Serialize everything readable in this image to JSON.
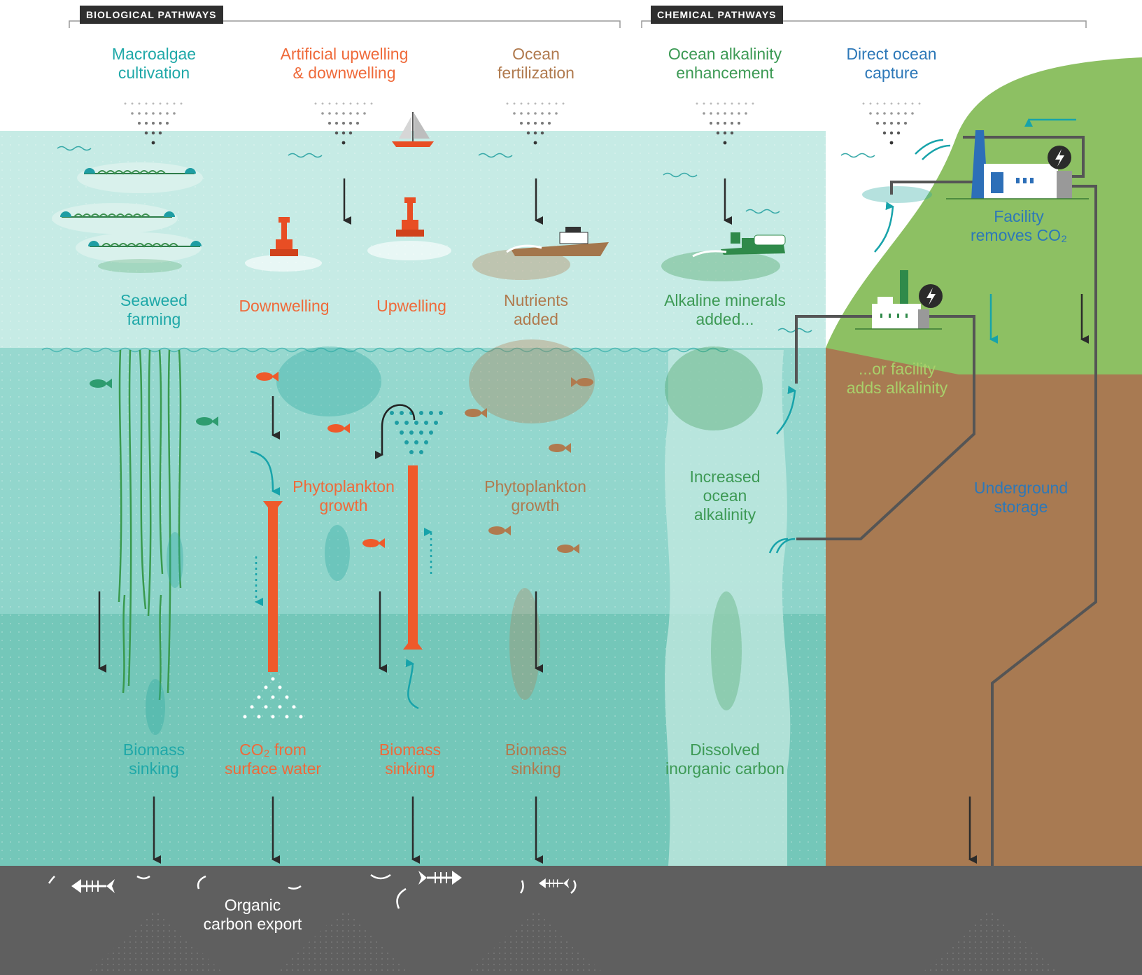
{
  "headers": {
    "biological": "BIOLOGICAL PATHWAYS",
    "chemical": "CHEMICAL PATHWAYS"
  },
  "pathways": {
    "macroalgae": "Macroalgae\ncultivation",
    "upwelling": "Artificial upwelling\n& downwelling",
    "fertilization": "Ocean\nfertilization",
    "alkalinity": "Ocean alkalinity\nenhancement",
    "direct_capture": "Direct ocean\ncapture"
  },
  "surface_labels": {
    "seaweed": "Seaweed\nfarming",
    "downwelling": "Downwelling",
    "upwelling": "Upwelling",
    "nutrients": "Nutrients\nadded",
    "alkaline": "Alkaline minerals\nadded...",
    "facility_removes": "Facility\nremoves CO₂",
    "facility_adds": "...or facility\nadds alkalinity"
  },
  "mid_labels": {
    "phyto_orange": "Phytoplankton\ngrowth",
    "phyto_brown": "Phytoplankton\ngrowth",
    "increased_alk": "Increased\nocean\nalkalinity",
    "underground": "Underground\nstorage"
  },
  "deep_labels": {
    "biomass_teal": "Biomass\nsinking",
    "co2_surface": "CO₂ from\nsurface water",
    "biomass_orange": "Biomass\nsinking",
    "biomass_brown": "Biomass\nsinking",
    "dissolved": "Dissolved\ninorganic carbon"
  },
  "seafloor": {
    "organic_export": "Organic\ncarbon export"
  },
  "colors": {
    "teal": "#1fa8a8",
    "orange": "#ef6a3a",
    "brown": "#b07a4e",
    "green": "#3d9a55",
    "blue": "#2d78b8",
    "land": "#8dc063",
    "soil": "#a87a52",
    "seafloor": "#5f5f5f"
  },
  "icons": [
    "fish-icon",
    "buoy-icon",
    "sailboat-icon",
    "ship-icon",
    "factory-icon",
    "lightning-icon",
    "fish-skeleton-icon",
    "arrow-icon",
    "wave-icon"
  ]
}
